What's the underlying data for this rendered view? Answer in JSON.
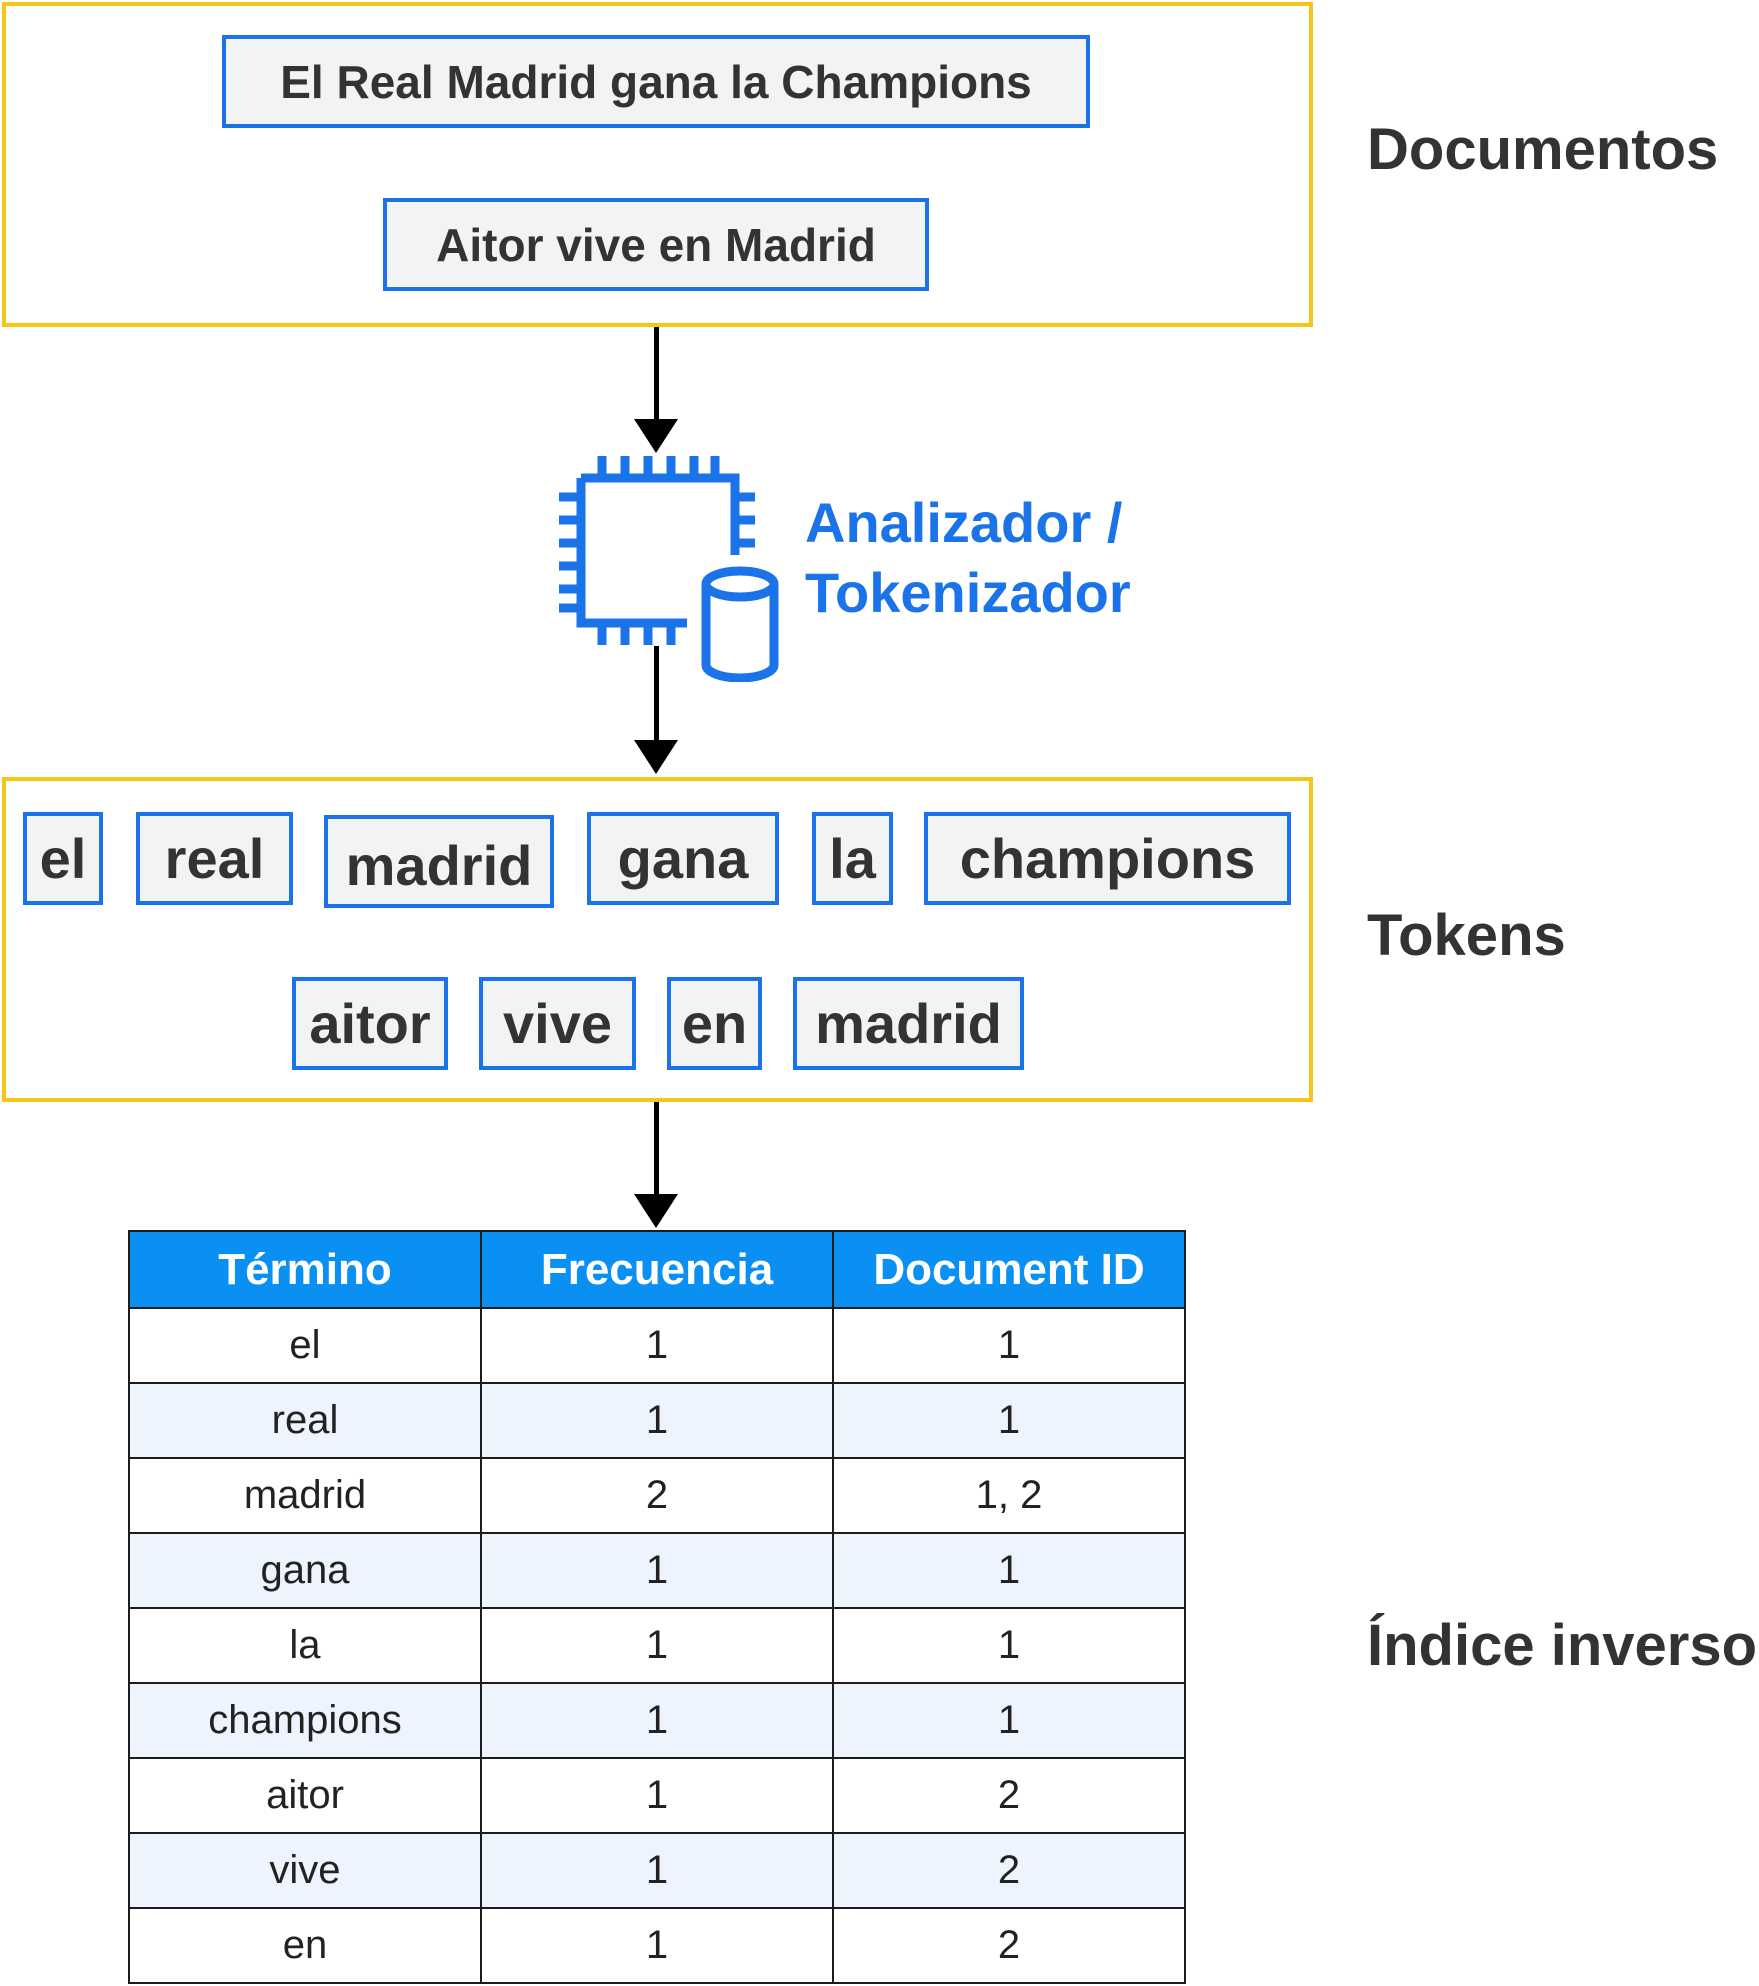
{
  "documents": {
    "label": "Documentos",
    "items": [
      "El Real Madrid gana la Champions",
      "Aitor vive en Madrid"
    ]
  },
  "analyzer": {
    "line1": "Analizador /",
    "line2": "Tokenizador",
    "icon": "chip-database-icon",
    "color": "#1a73e8"
  },
  "tokens": {
    "label": "Tokens",
    "row1": [
      "el",
      "real",
      "madrid",
      "gana",
      "la",
      "champions"
    ],
    "row2": [
      "aitor",
      "vive",
      "en",
      "madrid"
    ]
  },
  "index": {
    "label": "Índice inverso",
    "headers": [
      "Término",
      "Frecuencia",
      "Document ID"
    ],
    "rows": [
      [
        "el",
        "1",
        "1"
      ],
      [
        "real",
        "1",
        "1"
      ],
      [
        "madrid",
        "2",
        "1, 2"
      ],
      [
        "gana",
        "1",
        "1"
      ],
      [
        "la",
        "1",
        "1"
      ],
      [
        "champions",
        "1",
        "1"
      ],
      [
        "aitor",
        "1",
        "2"
      ],
      [
        "vive",
        "1",
        "2"
      ],
      [
        "en",
        "1",
        "2"
      ]
    ]
  },
  "colors": {
    "frame": "#f5c518",
    "box_border": "#1a73e8",
    "box_fill": "#f2f3f5",
    "table_header": "#0a8ff2",
    "table_alt_row": "#edf4fd"
  }
}
